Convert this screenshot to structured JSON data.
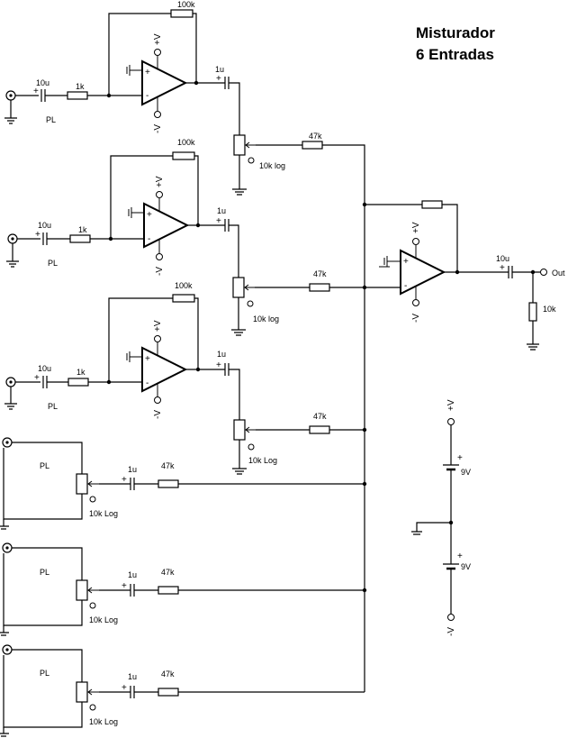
{
  "title": {
    "line1": "Misturador",
    "line2": "6 Entradas"
  },
  "labels": {
    "pl": "PL",
    "c_in": "10u",
    "c_out": "1u",
    "r_in": "1k",
    "r_fb": "100k",
    "r_mix": "47k",
    "pot_a": "10k log",
    "pot_b": "10k Log",
    "c_main_out": "10u",
    "r_load": "10k",
    "out": "Out",
    "batt": "9V",
    "vplus": "+V",
    "vminus": "-V",
    "plus": "+",
    "minus": "-"
  }
}
